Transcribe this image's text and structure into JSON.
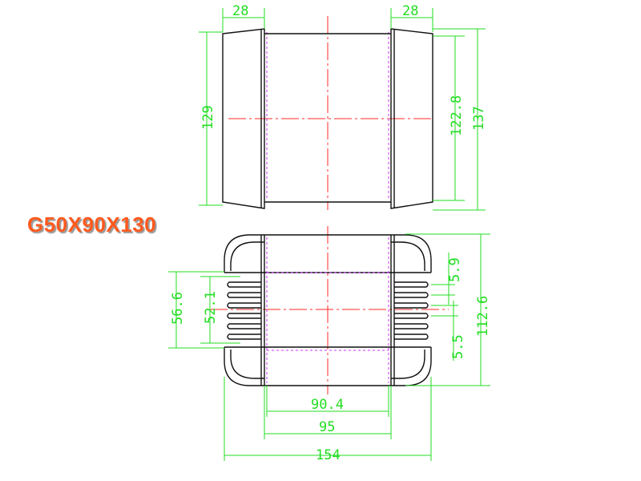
{
  "title": "G50X90X130",
  "top_view": {
    "flange_width_left": "28",
    "flange_width_right": "28",
    "height_outer": "129",
    "height_inner": "122.8",
    "height_total": "137"
  },
  "bottom_view": {
    "width_inner": "90.4",
    "width_mid": "95",
    "width_total": "154",
    "height_total": "112.6",
    "slot_span": "56.6",
    "slot_span_inner": "52.1",
    "slot_pitch": "5.9",
    "slot_width": "5.5"
  },
  "colors": {
    "dimension": "#22dd22",
    "centerline": "#ff2a2a",
    "hidden": "#cc33ff",
    "outline": "#111111",
    "title": "#ff5a1f"
  }
}
